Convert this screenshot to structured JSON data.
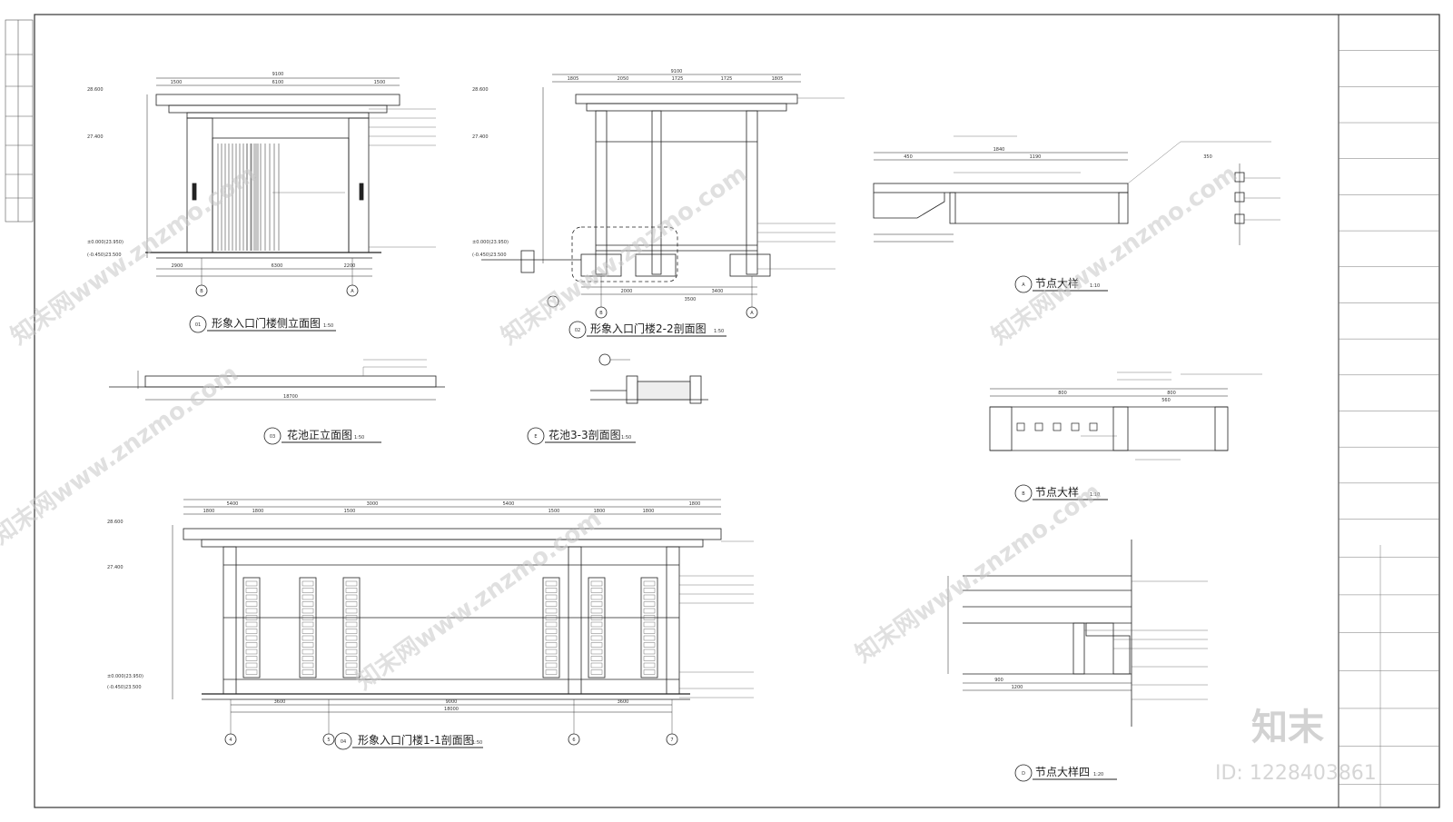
{
  "drawings": [
    {
      "num": "01",
      "title": "形象入口门楼侧立面图",
      "scale": "1:50"
    },
    {
      "num": "02",
      "title": "形象入口门楼2-2剖面图",
      "scale": "1:50"
    },
    {
      "num": "03",
      "title": "花池正立面图",
      "scale": "1:50"
    },
    {
      "num": "E",
      "title": "花池3-3剖面图",
      "scale": "1:50"
    },
    {
      "num": "04",
      "title": "形象入口门楼1-1剖面图",
      "scale": "1:50"
    },
    {
      "num": "A",
      "title": "节点大样",
      "scale": "1:10"
    },
    {
      "num": "B",
      "title": "节点大样",
      "scale": "1:10"
    },
    {
      "num": "D",
      "title": "节点大样四",
      "scale": "1:20"
    }
  ],
  "grid_axes": {
    "side_elev": [
      "B",
      "A"
    ],
    "section_22": [
      "B",
      "A"
    ],
    "section_11": [
      "4",
      "5",
      "6",
      "7"
    ]
  },
  "dimensions": {
    "side_top": [
      "1500",
      "6100",
      "1500"
    ],
    "side_total": "9100",
    "side_bottom": [
      "2900",
      "6300",
      "2200"
    ],
    "section22_top": [
      "1805",
      "2050",
      "1725",
      "1725",
      "1805"
    ],
    "section22_total": "9100",
    "section22_bottom": [
      "2000",
      "3500",
      "3400"
    ],
    "section11_top": [
      "5400",
      "3000",
      "5400",
      "1800"
    ],
    "section11_mid": [
      "1800",
      "1800",
      "1500",
      "1500",
      "1800",
      "1800"
    ],
    "section11_bottom": [
      "3600",
      "9000",
      "3600"
    ],
    "section11_total": "18000",
    "planter_total": "18700",
    "nodeA_top": [
      "1840"
    ],
    "nodeA_parts": [
      "450",
      "1190",
      "350"
    ],
    "nodeB_parts": [
      "800",
      "800",
      "560"
    ],
    "nodeD_parts": [
      "900",
      "1200"
    ]
  },
  "levels": [
    "28.600",
    "27.400",
    "±0.000(23.950)",
    "(-0.450)23.500"
  ],
  "watermarks": [
    "知末网www.znzmo.com"
  ],
  "brand": "知末",
  "id_text": "ID: 1228403861",
  "title_block_rows": 22
}
